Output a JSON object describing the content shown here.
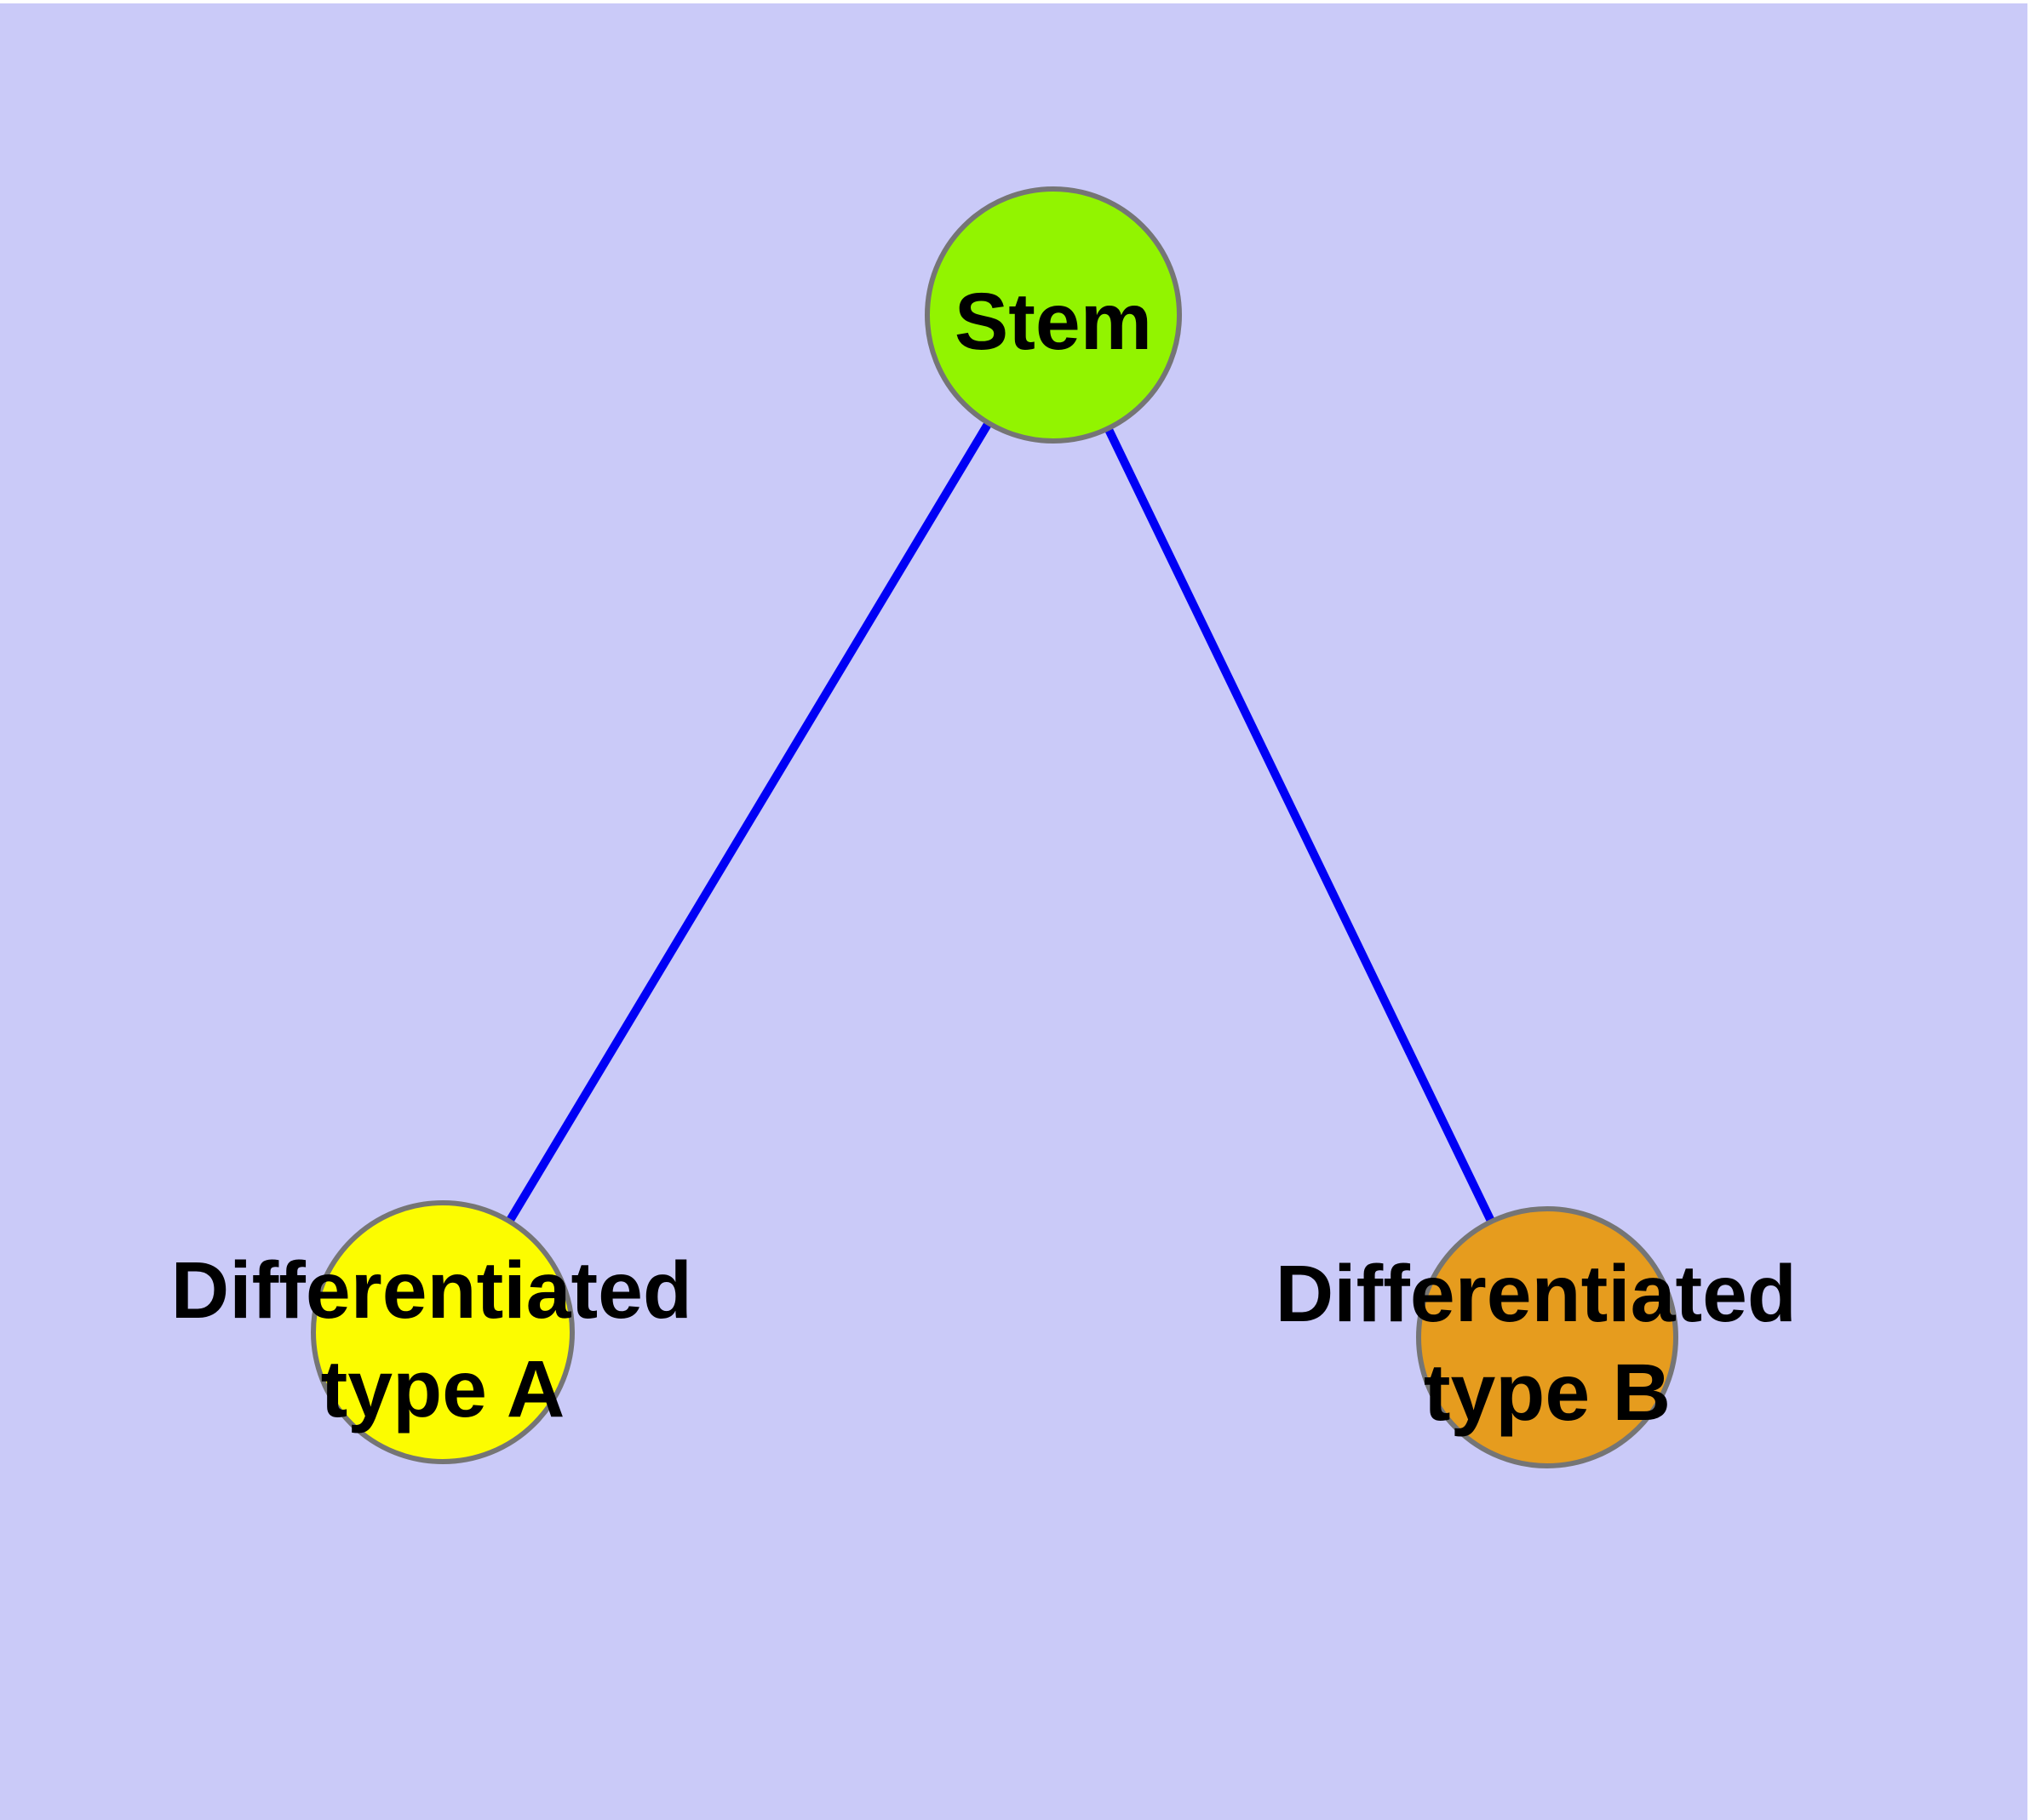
{
  "diagram": {
    "type": "graph",
    "description": "Stem cell differentiation diagram: a stem node connected to two differentiated cell type nodes",
    "colors": {
      "page_margin": "#ffffff",
      "background": "#cacaf8",
      "edge": "#0000f5",
      "node_border": "#757575",
      "label_text": "#000000",
      "stem_fill": "#92f400",
      "type_a_fill": "#fcfc00",
      "type_b_fill": "#e69c1e"
    },
    "nodes": [
      {
        "id": "stem",
        "label": "Stem"
      },
      {
        "id": "typeA",
        "label_line1": "Differentiated",
        "label_line2": "type A"
      },
      {
        "id": "typeB",
        "label_line1": "Differentiated",
        "label_line2": "type B"
      }
    ],
    "edges": [
      {
        "from": "Stem",
        "to": "Differentiated type A"
      },
      {
        "from": "Stem",
        "to": "Differentiated type B"
      }
    ]
  }
}
